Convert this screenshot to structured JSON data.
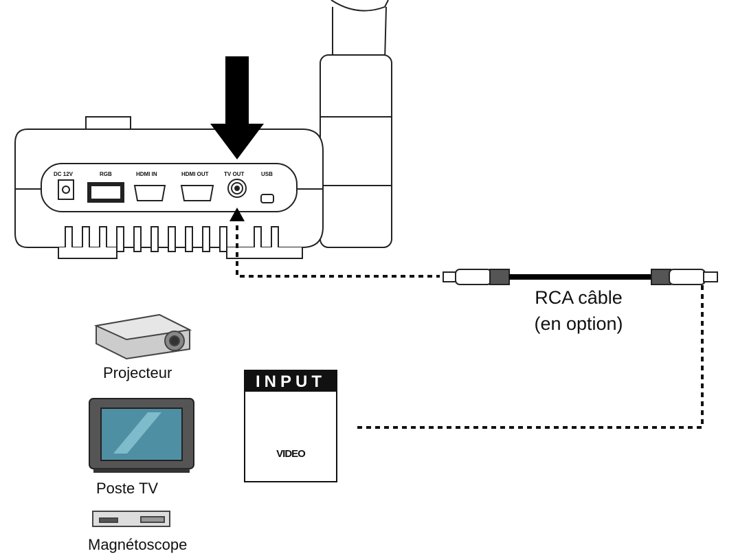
{
  "device": {
    "port_labels": [
      "DC 12V",
      "RGB",
      "HDMI IN",
      "HDMI OUT",
      "TV OUT",
      "USB"
    ]
  },
  "cable": {
    "line1": "RCA câble",
    "line2": "(en option)"
  },
  "input_panel": {
    "header": "INPUT",
    "port_label": "VIDEO"
  },
  "destinations": [
    {
      "label": "Projecteur"
    },
    {
      "label": "Poste TV"
    },
    {
      "label": "Magnétoscope"
    }
  ]
}
